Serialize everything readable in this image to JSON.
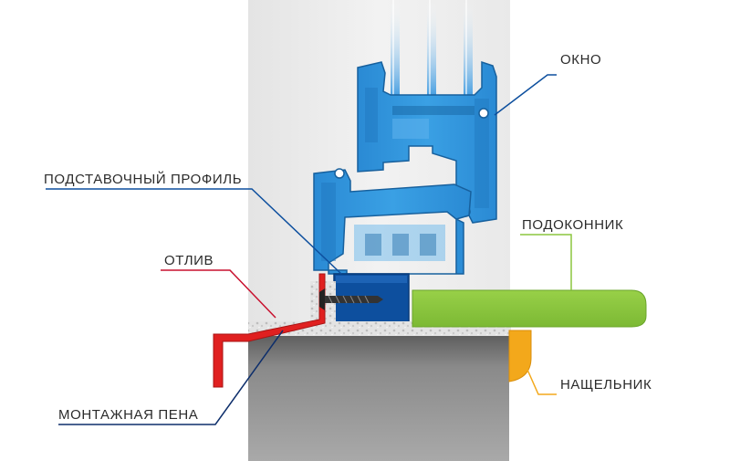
{
  "title": "Window sill installation cross-section",
  "labels": {
    "window": "ОКНО",
    "support_profile": "ПОДСТАВОЧНЫЙ ПРОФИЛЬ",
    "sill": "ПОДОКОННИК",
    "drip": "ОТЛИВ",
    "trim": "НАЩЕЛЬНИК",
    "foam": "МОНТАЖНАЯ ПЕНА"
  },
  "colors": {
    "window_frame": "#2c8fd8",
    "window_frame_dark": "#1a6aa8",
    "glass": "#4aa6e6",
    "support_profile": "#0d4f9e",
    "sill": "#8cc63f",
    "drip": "#e02020",
    "trim": "#f3a81b",
    "foam": "#dcdcdc",
    "wall": "#7d7d7d",
    "window_leader": "#0d4f9e",
    "sill_leader": "#8cc63f",
    "drip_leader": "#c8102e",
    "trim_leader": "#f3a81b",
    "foam_leader": "#0d2e6b"
  }
}
